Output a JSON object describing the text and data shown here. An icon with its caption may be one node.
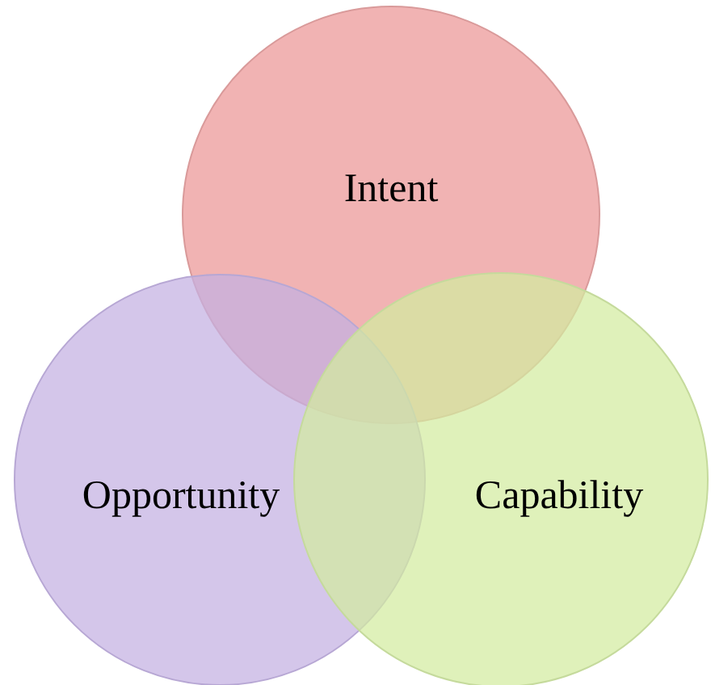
{
  "diagram": {
    "nodes": [
      {
        "text": [
          "Intent"
        ]
      },
      {
        "text": [
          "Opportunity"
        ]
      },
      {
        "text": [
          "Capability"
        ]
      }
    ]
  }
}
